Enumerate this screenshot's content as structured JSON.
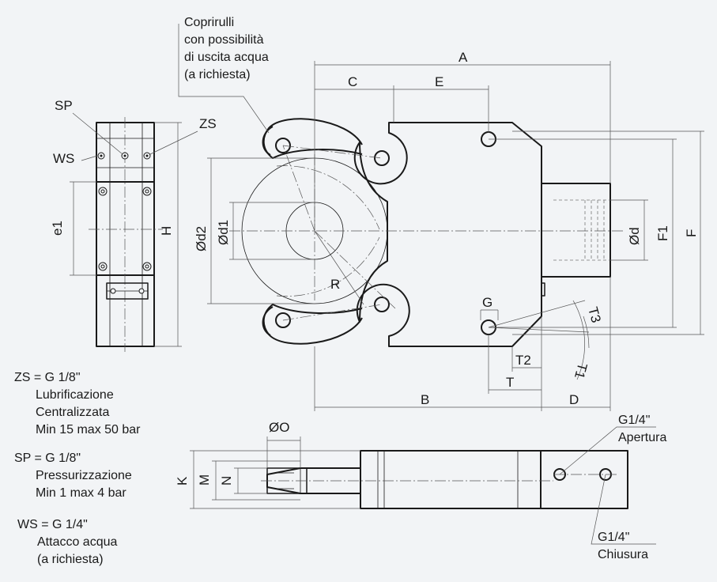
{
  "colors": {
    "background": "#f2f4f6",
    "ink": "#1a1a1a",
    "dimension": "#555555"
  },
  "notes": {
    "roller_cover": [
      "Coprirulli",
      "con possibilità",
      "di uscita acqua",
      "(a richiesta)"
    ],
    "zs": [
      "ZS = G 1/8\"",
      "Lubrificazione",
      "Centralizzata",
      "Min 15 max 50 bar"
    ],
    "sp": [
      "SP = G 1/8\"",
      "Pressurizzazione",
      "Min 1 max 4 bar"
    ],
    "ws": [
      "WS = G 1/4\"",
      "Attacco acqua",
      "(a richiesta)"
    ],
    "opening": [
      "G1/4\"",
      "Apertura"
    ],
    "closing": [
      "G1/4\"",
      "Chiusura"
    ]
  },
  "side_view": {
    "sp": "SP",
    "zs": "ZS",
    "ws": "WS",
    "e1": "e1",
    "h": "H"
  },
  "front_view": {
    "a": "A",
    "b": "B",
    "c": "C",
    "d": "D",
    "e": "E",
    "f": "F",
    "f1": "F1",
    "g": "G",
    "r": "R",
    "t": "T",
    "t1": "T1",
    "t2": "T2",
    "t3": "T3",
    "od": "Ød",
    "od1": "Ød1",
    "od2": "Ød2"
  },
  "bottom_view": {
    "k": "K",
    "m": "M",
    "n": "N",
    "oo": "ØO"
  }
}
